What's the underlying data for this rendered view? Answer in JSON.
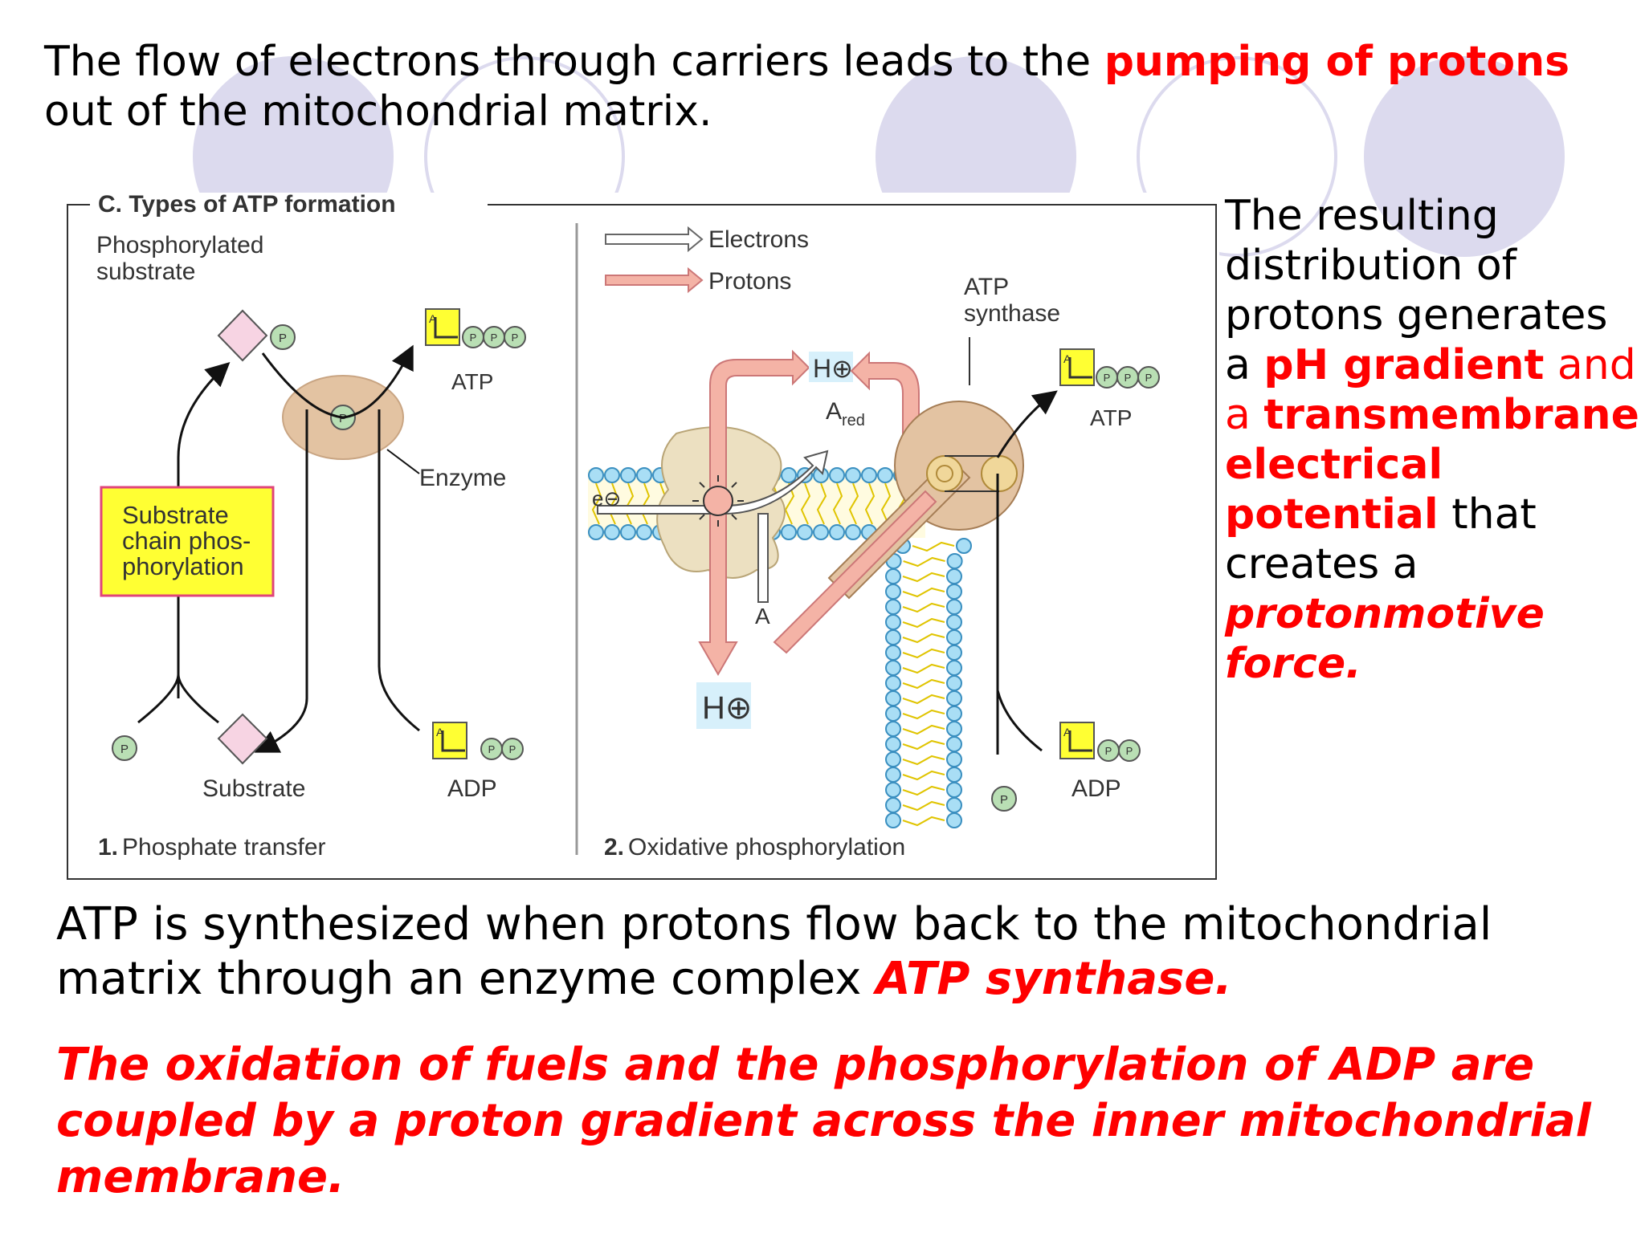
{
  "intro": {
    "part1": "The flow of electrons through carriers leads to the ",
    "highlight": "pumping of protons",
    "part2": " out of the mitochondrial matrix."
  },
  "side": {
    "part1": "The resulting distribution of protons generates a ",
    "ph_gradient": "pH gradient",
    "and": " and a ",
    "potential": "transmembrane electrical potential",
    "part2": " that creates a ",
    "pmf": "protonmotive force."
  },
  "atp_text": {
    "part1": "ATP is synthesized when  protons  flow  back to the  mitochondrial matrix through an enzyme complex ",
    "enzyme": "ATP synthase."
  },
  "coupled": {
    "text": "The oxidation of fuels and the phosphorylation of ADP are coupled by a proton gradient across the inner mitochondrial membrane."
  },
  "diagram": {
    "title": "C. Types of ATP formation",
    "phosphate_transfer": {
      "phosphorylated_substrate_line1": "Phosphorylated",
      "phosphorylated_substrate_line2": "substrate",
      "atp": "ATP",
      "enzyme": "Enzyme",
      "box_line1": "Substrate",
      "box_line2": "chain phos-",
      "box_line3": "phorylation",
      "substrate": "Substrate",
      "adp": "ADP",
      "caption_number": "1.",
      "caption": "Phosphate transfer"
    },
    "oxidative": {
      "legend_electrons": "Electrons",
      "legend_protons": "Protons",
      "atp_synthase_line1": "ATP",
      "atp_synthase_line2": "synthase",
      "h_plus": "H⊕",
      "a_red": "A",
      "a_red_sub": "red",
      "a": "A",
      "e_minus": "e⊖",
      "atp": "ATP",
      "adp": "ADP",
      "caption_number": "2.",
      "caption": "Oxidative phosphorylation"
    },
    "p": "P",
    "adenosine": "A"
  },
  "colors": {
    "red_text": "#ff0000",
    "decor": "#dcdaee",
    "proton_arrow": "#f4b3a6",
    "enzyme_fill": "#e3c3a2",
    "atp_yellow": "#ffff33",
    "phosphate_green": "#b9dfb4",
    "membrane_blue": "#a9def5",
    "box_border": "#e0447a"
  }
}
